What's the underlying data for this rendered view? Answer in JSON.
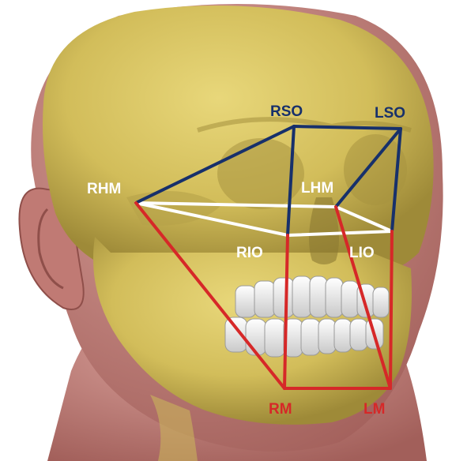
{
  "image": {
    "description_type": "anatomical-illustration",
    "subject": "skull-with-face-outline"
  },
  "landmarks": [
    {
      "id": "RSO",
      "label": "RSO"
    },
    {
      "id": "LSO",
      "label": "LSO"
    },
    {
      "id": "RHM",
      "label": "RHM"
    },
    {
      "id": "LHM",
      "label": "LHM"
    },
    {
      "id": "RIO",
      "label": "RIO"
    },
    {
      "id": "LIO",
      "label": "LIO"
    },
    {
      "id": "RM",
      "label": "RM"
    },
    {
      "id": "LM",
      "label": "LM"
    }
  ],
  "line_groups": {
    "superior": {
      "color": "#17306b",
      "connects": [
        "RHM-RSO",
        "RSO-LSO",
        "LSO-LHM",
        "RSO-RIO"
      ]
    },
    "middle": {
      "color": "#ffffff",
      "connects": [
        "RHM-LHM",
        "LHM-LIO",
        "RIO-LIO",
        "RHM-RIO"
      ]
    },
    "inferior": {
      "color": "#d62828",
      "connects": [
        "RHM-RM",
        "RIO-RM",
        "RM-LM",
        "LM-LHM",
        "LM-LIO"
      ]
    }
  },
  "colors": {
    "skin": "#c98a85",
    "skin_dark": "#a9625e",
    "bone": "#d9c664",
    "bone_shadow": "#a89440",
    "teeth": "#f2f2f0",
    "label_white": "#ffffff",
    "label_blue": "#17306b",
    "label_red": "#d62828"
  }
}
